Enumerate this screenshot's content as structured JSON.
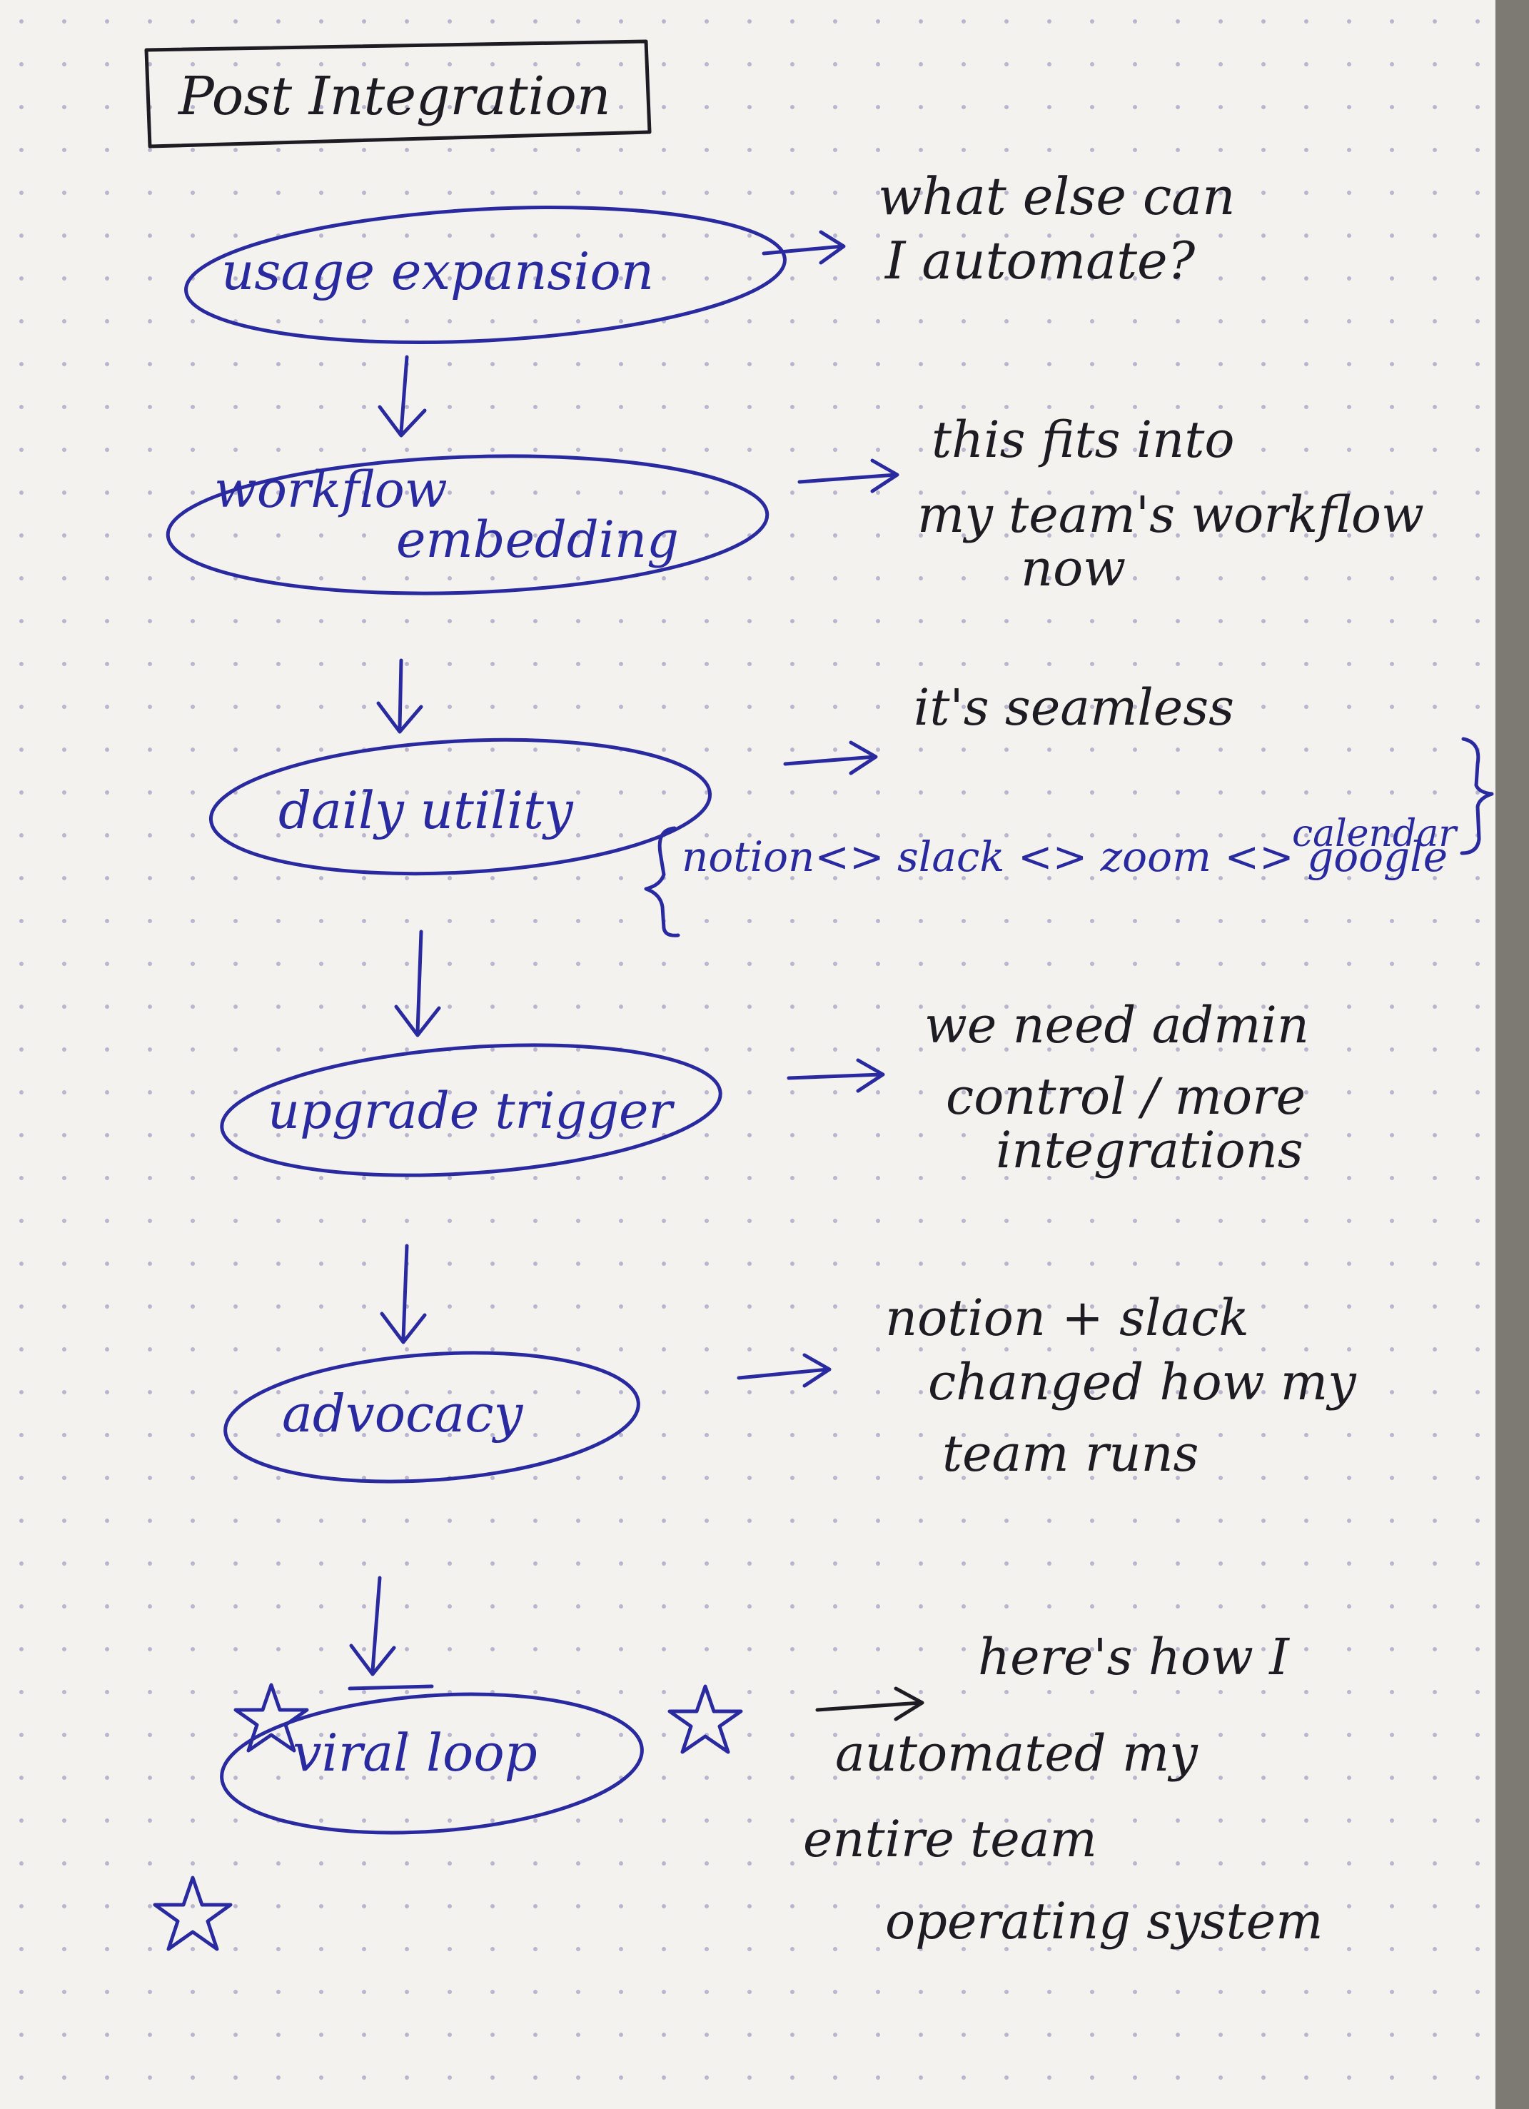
{
  "title": "Post Integration",
  "stages": [
    {
      "label_lines": [
        "usage expansion"
      ],
      "note_lines": [
        "what else can",
        "I automate?"
      ]
    },
    {
      "label_lines": [
        "workflow",
        "embedding"
      ],
      "note_lines": [
        "this fits into",
        "my team's workflow",
        "now"
      ]
    },
    {
      "label_lines": [
        "daily utility"
      ],
      "note_lines": [
        "it's seamless"
      ]
    },
    {
      "label_lines": [
        "upgrade trigger"
      ],
      "note_lines": [
        "we need admin",
        "control / more",
        "integrations"
      ]
    },
    {
      "label_lines": [
        "advocacy"
      ],
      "note_lines": [
        "notion + slack",
        "changed how my",
        "team runs"
      ]
    },
    {
      "label_lines": [
        "viral loop"
      ],
      "note_lines": [
        "here's how I",
        "automated my",
        "entire team",
        "operating system"
      ]
    }
  ],
  "tools_line": "notion<> slack <> zoom <> google",
  "tools_line_2": "calendar",
  "colors": {
    "ink_blue": "#2a2aa0",
    "ink_black": "#1c1c22",
    "paper": "#f3f2ee",
    "dot": "#b9b6cf"
  }
}
